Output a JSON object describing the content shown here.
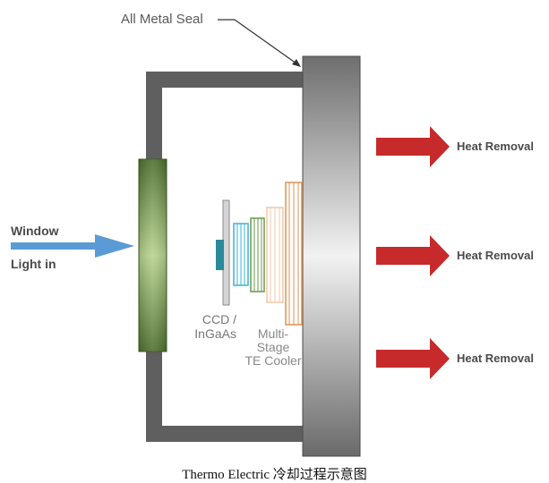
{
  "labels": {
    "seal": "All Metal Seal",
    "window": "Window",
    "light_in": "Light  in",
    "heat_removal": [
      "Heat Removal",
      "Heat Removal",
      "Heat Removal"
    ],
    "ccd_line1": "CCD /",
    "ccd_line2": "InGaAs",
    "te_line1": "Multi-",
    "te_line2": "Stage",
    "te_line3": "TE Cooler"
  },
  "caption": "Thermo Electric 冷却过程示意图",
  "colors": {
    "housing": "#5f5f5f",
    "window_glass": "#5a7d3a",
    "light_arrow": "#5b9bd5",
    "heat_arrow": "#c62a2a",
    "ccd_chip": "#2a8a9a",
    "stage_cyan": "#3ab4d4",
    "stage_green": "#6a9a4a",
    "stage_peach": "#f0c8a8",
    "stage_orange": "#e09050"
  }
}
